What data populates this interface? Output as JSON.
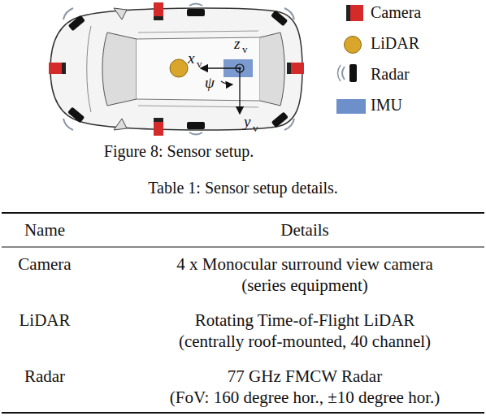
{
  "diagram": {
    "caption": "Figure 8: Sensor setup.",
    "labels": [
      "x",
      "v",
      "z",
      "v",
      "ψ",
      "y",
      "v",
      "Table 1: Sensor setup details.",
      "Name",
      "Details",
      "Camera",
      "4 x Monocular surround view camera",
      "(series equipment)",
      "LiDAR",
      "Rotating Time-of-Flight LiDAR",
      "(centrally roof-mounted, 40 channel)",
      "Radar",
      "77 GHz FMCW Radar",
      "(FoV: 160 degree hor., ±10 degree hor.)"
    ],
    "legend": [
      {
        "text": "Camera",
        "color": "#d42a2a"
      },
      {
        "text": "LiDAR",
        "color": "#d9a62b"
      },
      {
        "text": "Radar"
      },
      {
        "text": "IMU",
        "color": "#6d8fca"
      }
    ]
  }
}
